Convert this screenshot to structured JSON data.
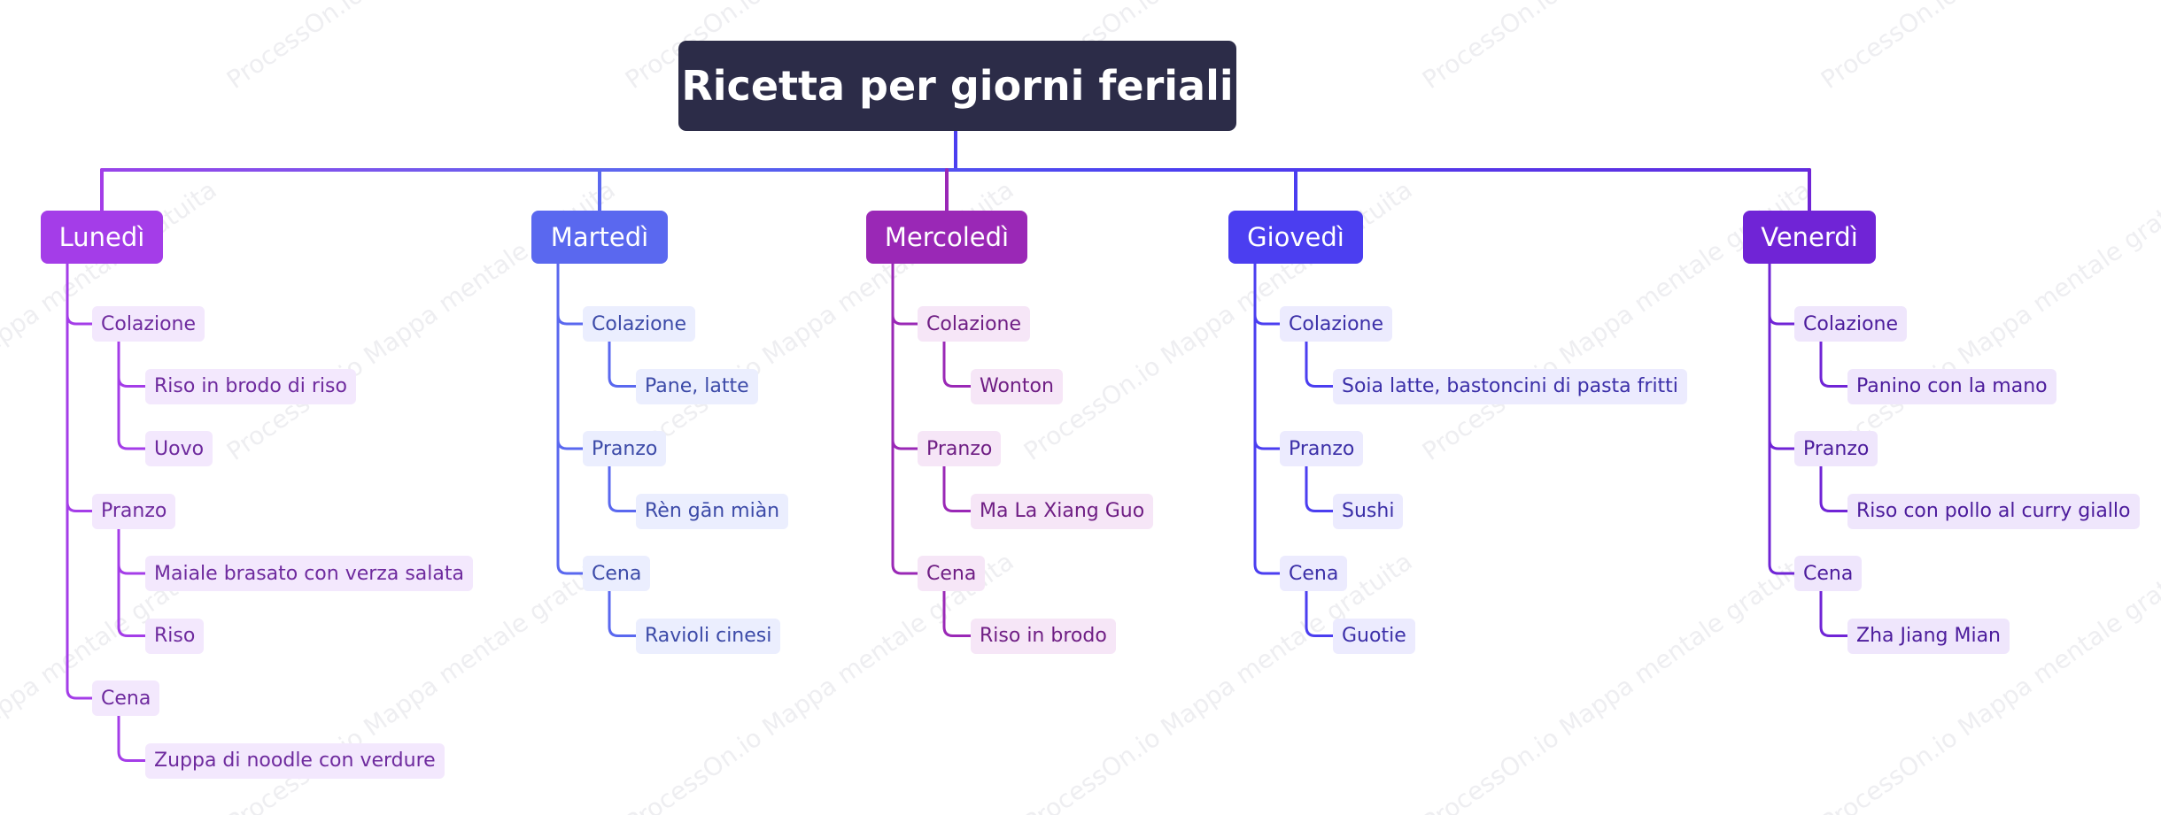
{
  "title": "Ricetta per giorni feriali",
  "watermark_text": "ProcessOn.io Mappa mentale gratuita",
  "colors": {
    "root_bg": "#2c2c48",
    "days": [
      "#a43de8",
      "#5a68ef",
      "#9a28b6",
      "#4b3ef0",
      "#7024d6"
    ],
    "meal_bg": [
      "#f3e8fd",
      "#ebeefe",
      "#f6e6f7",
      "#ecebfe",
      "#efe6fc"
    ],
    "text": [
      "#6e2a9e",
      "#3c4aa8",
      "#6f1e84",
      "#3b2fa8",
      "#4c1c9c"
    ]
  },
  "days": [
    {
      "label": "Lunedì",
      "meals": [
        {
          "label": "Colazione",
          "items": [
            "Riso in brodo di riso",
            "Uovo"
          ]
        },
        {
          "label": "Pranzo",
          "items": [
            "Maiale brasato con verza salata",
            "Riso"
          ]
        },
        {
          "label": "Cena",
          "items": [
            "Zuppa di noodle con verdure"
          ]
        }
      ]
    },
    {
      "label": "Martedì",
      "meals": [
        {
          "label": "Colazione",
          "items": [
            "Pane, latte"
          ]
        },
        {
          "label": "Pranzo",
          "items": [
            "Rèn gān miàn"
          ]
        },
        {
          "label": "Cena",
          "items": [
            "Ravioli cinesi"
          ]
        }
      ]
    },
    {
      "label": "Mercoledì",
      "meals": [
        {
          "label": "Colazione",
          "items": [
            "Wonton"
          ]
        },
        {
          "label": "Pranzo",
          "items": [
            "Ma La Xiang Guo"
          ]
        },
        {
          "label": "Cena",
          "items": [
            "Riso in brodo"
          ]
        }
      ]
    },
    {
      "label": "Giovedì",
      "meals": [
        {
          "label": "Colazione",
          "items": [
            "Soia latte, bastoncini di pasta fritti"
          ]
        },
        {
          "label": "Pranzo",
          "items": [
            "Sushi"
          ]
        },
        {
          "label": "Cena",
          "items": [
            "Guotie"
          ]
        }
      ]
    },
    {
      "label": "Venerdì",
      "meals": [
        {
          "label": "Colazione",
          "items": [
            "Panino con la mano"
          ]
        },
        {
          "label": "Pranzo",
          "items": [
            "Riso con pollo al curry giallo"
          ]
        },
        {
          "label": "Cena",
          "items": [
            "Zha Jiang Mian"
          ]
        }
      ]
    }
  ]
}
